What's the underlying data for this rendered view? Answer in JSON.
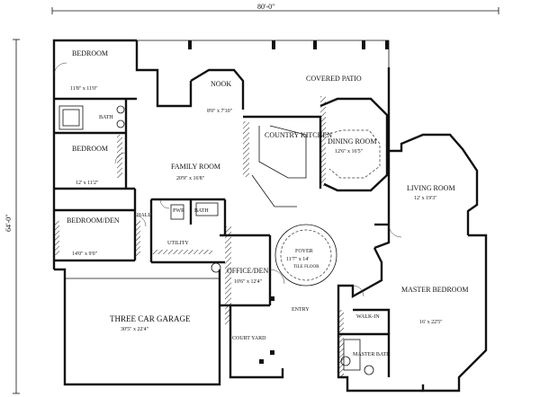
{
  "dimensions": {
    "width_label": "80'-0\"",
    "depth_label": "64'-0\""
  },
  "rooms": {
    "bedroom_1": {
      "name": "BEDROOM",
      "size": "11'8\" x 11'0\""
    },
    "bath": {
      "name": "BATH"
    },
    "bedroom_2": {
      "name": "BEDROOM",
      "size": "12' x 11'2\""
    },
    "bedroom_den": {
      "name": "BEDROOM/DEN",
      "size": "14'0\" x 9'0\""
    },
    "hall": {
      "name": "HALL"
    },
    "pwr": {
      "name": "PWR"
    },
    "bath_2": {
      "name": "BATH"
    },
    "utility": {
      "name": "UTILITY"
    },
    "nook": {
      "name": "NOOK",
      "size": "8'0\" x 7'10\""
    },
    "covered_patio": {
      "name": "COVERED PATIO"
    },
    "family_room": {
      "name": "FAMILY ROOM",
      "size": "20'9\" x 16'8\""
    },
    "country_kitchen": {
      "name": "COUNTRY KITCHEN"
    },
    "dining_room": {
      "name": "DINING ROOM",
      "size": "12'6\" x 16'5\""
    },
    "living_room": {
      "name": "LIVING ROOM",
      "size": "12' x 19'3\""
    },
    "foyer": {
      "name": "FOYER",
      "size": "11'7\" x 14'",
      "note": "TILE FLOOR"
    },
    "office_den": {
      "name": "OFFICE/DEN",
      "size": "10'6\" x 12'4\""
    },
    "master_bedroom": {
      "name": "MASTER BEDROOM",
      "size": "16' x 22'5\""
    },
    "walk_in": {
      "name": "WALK-IN"
    },
    "master_bath": {
      "name": "MASTER BATH"
    },
    "garage": {
      "name": "THREE CAR GARAGE",
      "size": "30'5\" x 22'4\""
    },
    "court_yard": {
      "name": "COURT YARD"
    },
    "entry": {
      "name": "ENTRY"
    }
  }
}
